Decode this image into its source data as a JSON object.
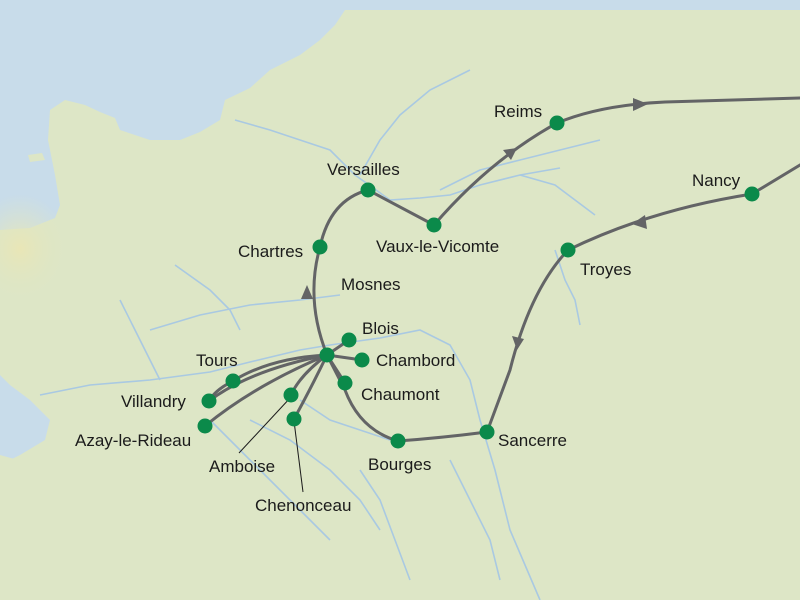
{
  "colors": {
    "land": "#dde6c6",
    "sea": "#c8dcea",
    "river": "#a9c9e2",
    "route": "#636466",
    "stop": "#0b8a4a"
  },
  "stops": [
    {
      "id": "reims",
      "label": "Reims"
    },
    {
      "id": "versailles",
      "label": "Versailles"
    },
    {
      "id": "vaux",
      "label": "Vaux-le-Vicomte"
    },
    {
      "id": "nancy",
      "label": "Nancy"
    },
    {
      "id": "chartres",
      "label": "Chartres"
    },
    {
      "id": "troyes",
      "label": "Troyes"
    },
    {
      "id": "mosnes",
      "label": "Mosnes"
    },
    {
      "id": "blois",
      "label": "Blois"
    },
    {
      "id": "chambord",
      "label": "Chambord"
    },
    {
      "id": "chaumont",
      "label": "Chaumont"
    },
    {
      "id": "tours",
      "label": "Tours"
    },
    {
      "id": "villandry",
      "label": "Villandry"
    },
    {
      "id": "azay",
      "label": "Azay-le-Rideau"
    },
    {
      "id": "amboise",
      "label": "Amboise"
    },
    {
      "id": "sancerre",
      "label": "Sancerre"
    },
    {
      "id": "bourges",
      "label": "Bourges"
    },
    {
      "id": "chenonceau",
      "label": "Chenonceau"
    }
  ]
}
